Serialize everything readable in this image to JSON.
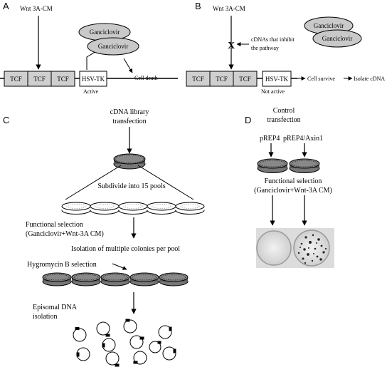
{
  "panels": {
    "a": "A",
    "b": "B",
    "c": "C",
    "d": "D"
  },
  "panel_a": {
    "wnt_label": "Wnt 3A-CM",
    "tcf_boxes": [
      "TCF",
      "TCF",
      "TCF"
    ],
    "reporter": "HSV-TK",
    "state": "Active",
    "drugs": [
      "Ganciclovir",
      "Ganciclovir"
    ],
    "outcome": "Cell death"
  },
  "panel_b": {
    "wnt_label": "Wnt 3A-CM",
    "block_mark": "X",
    "inhibitor_note": [
      "cDNAs that inhibit",
      "the pathway"
    ],
    "tcf_boxes": [
      "TCF",
      "TCF",
      "TCF"
    ],
    "reporter": "HSV-TK",
    "state": "Not active",
    "drugs": [
      "Ganciclovir",
      "Ganciclovir"
    ],
    "outcome_1": "Cell survive",
    "outcome_2": "Isolate cDNA"
  },
  "panel_c": {
    "title": [
      "cDNA library",
      "transfection"
    ],
    "subdivide": "Subdivide into 15 pools",
    "selection": [
      "Functional selection",
      "(Ganciclovir+Wnt-3A CM)"
    ],
    "isolation": "Isolation of multiple colonies per pool",
    "hygro": "Hygromycin B selection",
    "episomal": [
      "Episomal DNA",
      "isolation"
    ]
  },
  "panel_d": {
    "title": [
      "Control",
      "transfection"
    ],
    "plasmids": [
      "pREP4",
      "pREP4/Axin1"
    ],
    "selection": [
      "Functional selection",
      "(Ganciclovir+Wnt-3A CM)"
    ]
  },
  "colors": {
    "tcf_fill": "#cfcfcf",
    "ellipse_fill": "#c9c9c9",
    "line": "#000000"
  }
}
